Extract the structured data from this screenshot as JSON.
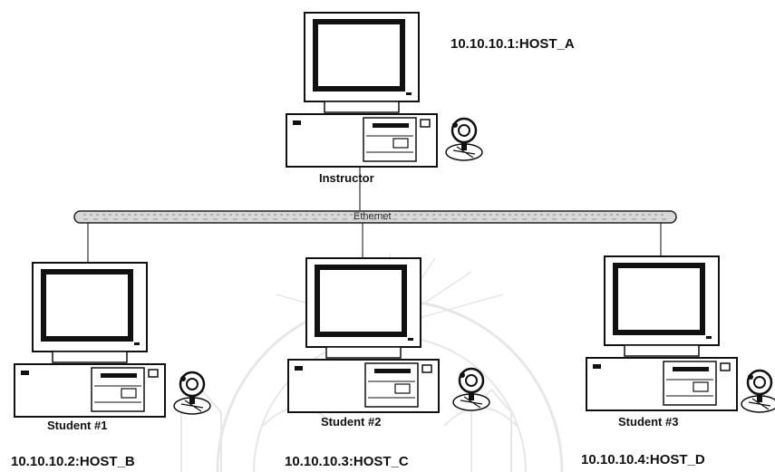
{
  "network": {
    "ethernet_label": "Ethernet",
    "ethernet_color": "#d8d8d8"
  },
  "hosts": {
    "instructor": {
      "role": "Instructor",
      "address": "10.10.10.1:HOST_A",
      "icon": "computer-icon"
    },
    "student1": {
      "role": "Student #1",
      "address": "10.10.10.2:HOST_B",
      "icon": "computer-icon"
    },
    "student2": {
      "role": "Student #2",
      "address": "10.10.10.3:HOST_C",
      "icon": "computer-icon"
    },
    "student3": {
      "role": "Student #3",
      "address": "10.10.10.4:HOST_D",
      "icon": "computer-icon"
    }
  },
  "peripheral_icon": "webcam-icon",
  "watermark_icon": "university-seal-icon"
}
